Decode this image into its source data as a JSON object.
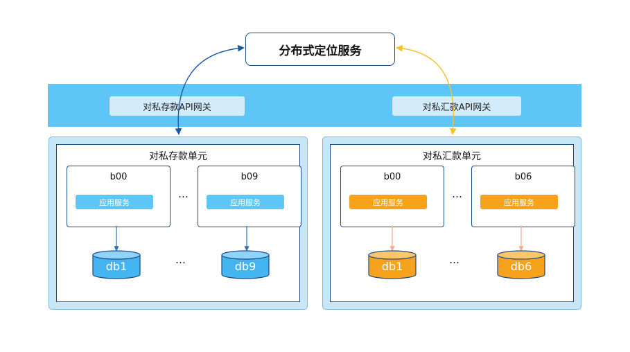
{
  "top_service": "分布式定位服务",
  "gateways": {
    "left": "对私存款API网关",
    "right": "对私汇款API网关"
  },
  "units": {
    "left": {
      "title": "对私存款单元",
      "shards": [
        {
          "name": "b00",
          "service": "应用服务",
          "db": "db1"
        },
        {
          "name": "b09",
          "service": "应用服务",
          "db": "db9"
        }
      ],
      "ellipsis": "…"
    },
    "right": {
      "title": "对私汇款单元",
      "shards": [
        {
          "name": "b00",
          "service": "应用服务",
          "db": "db1"
        },
        {
          "name": "b06",
          "service": "应用服务",
          "db": "db6"
        }
      ],
      "ellipsis": "…"
    }
  },
  "colors": {
    "blue_accent": "#5ec5f7",
    "orange_accent": "#f8a21a",
    "border": "#1c4a86"
  }
}
